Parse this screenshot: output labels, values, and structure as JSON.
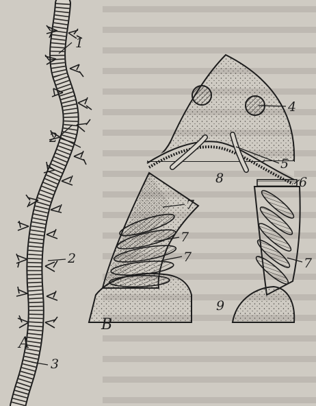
{
  "figure": {
    "panel_labels": {
      "a": "А",
      "b": "В"
    },
    "callouts": {
      "n1": "1",
      "n2": "2",
      "n2b": "2",
      "n3": "3",
      "n4": "4",
      "n5": "5",
      "n6": "6",
      "n7a": "7",
      "n7b": "7",
      "n7c": "7",
      "n7d": "7",
      "n8": "8",
      "n9": "9"
    }
  },
  "colors": {
    "paper": "#cfcbc3",
    "ink": "#1d1d1d",
    "stipple": "#4a4742",
    "bleed_text": "#6d6a64"
  }
}
